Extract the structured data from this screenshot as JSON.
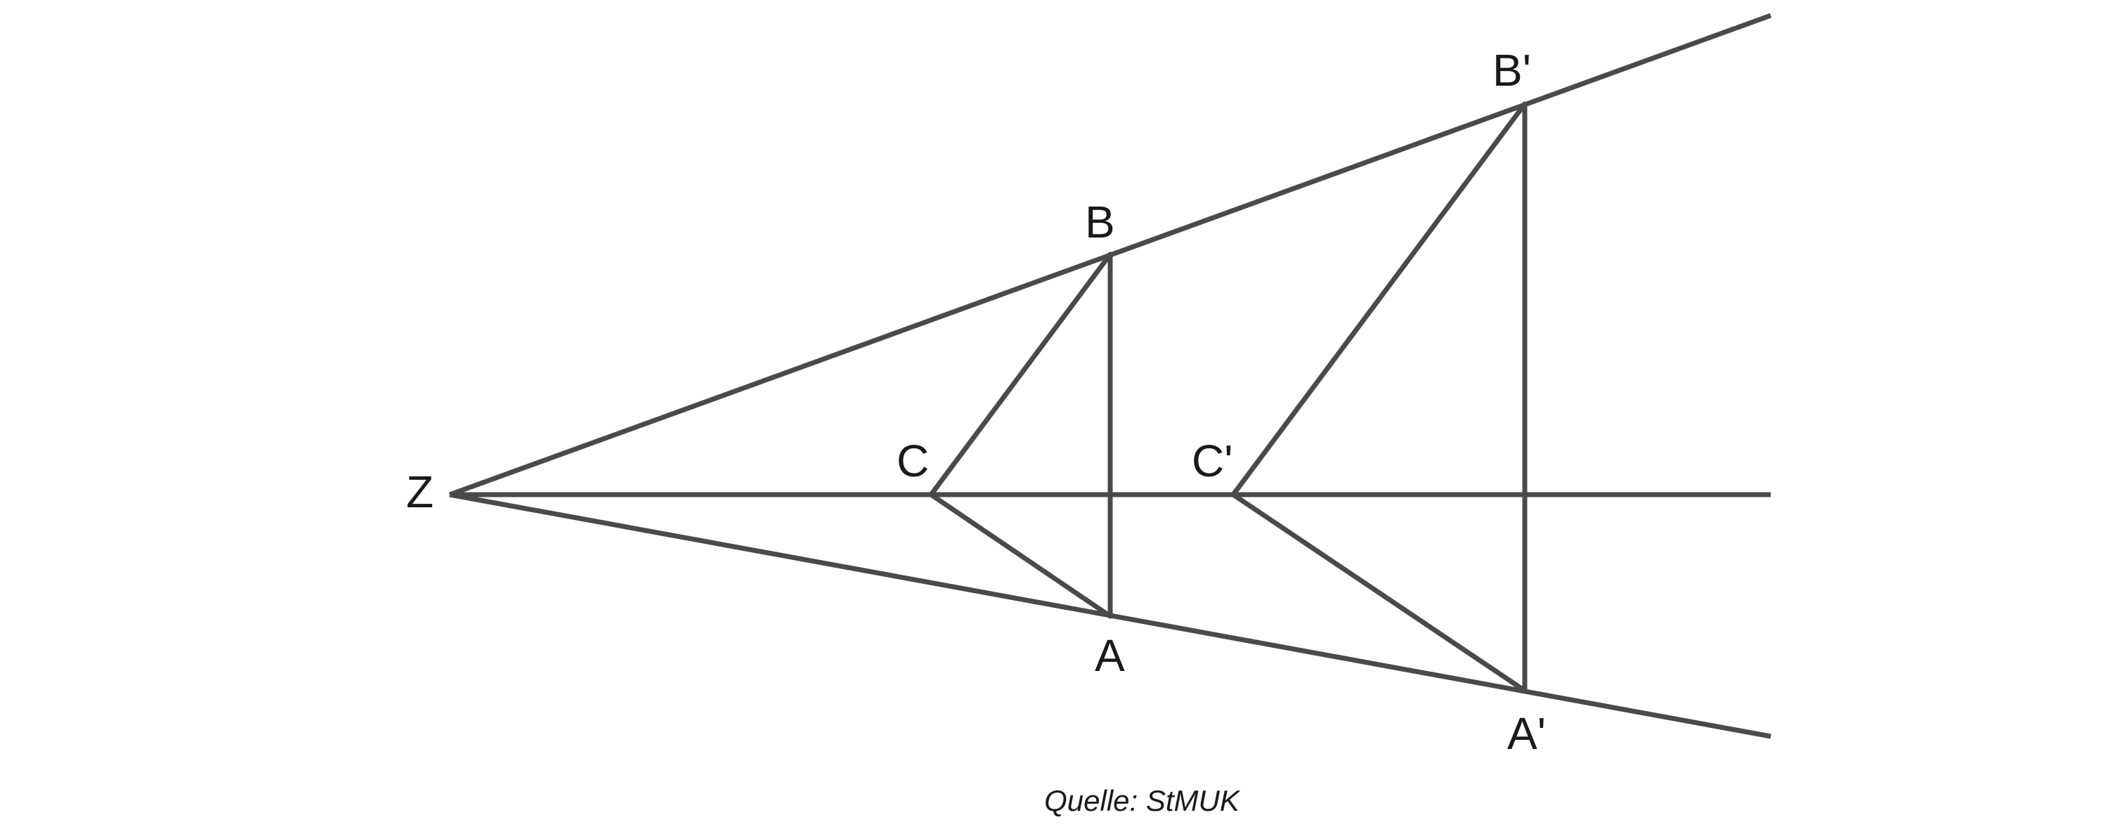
{
  "points": {
    "Z": "Z",
    "A": "A",
    "B": "B",
    "C": "C",
    "A_prime": "A'",
    "B_prime": "B'",
    "C_prime": "C'"
  },
  "source": "Quelle: StMUK",
  "colors": {
    "line": "#4a4a4a",
    "text": "#1a1a1a",
    "background": "#ffffff"
  }
}
